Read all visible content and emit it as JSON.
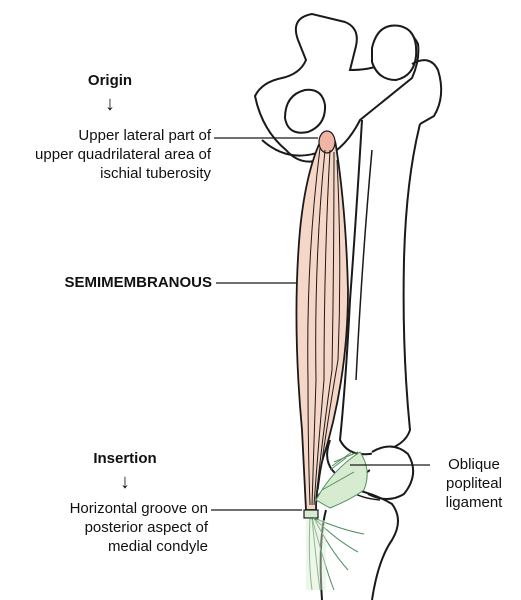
{
  "origin": {
    "heading": "Origin",
    "lines": [
      "Upper lateral part of",
      "upper quadrilateral area of",
      "ischial tuberosity"
    ]
  },
  "muscle": {
    "name": "SEMIMEMBRANOUS"
  },
  "insertion": {
    "heading": "Insertion",
    "lines": [
      "Horizontal groove on",
      "posterior aspect of",
      "medial condyle"
    ]
  },
  "ligament": {
    "lines": [
      "Oblique",
      "popliteal",
      "ligament"
    ]
  },
  "colors": {
    "outline": "#1a1a1a",
    "muscle_fill": "#f6d6c6",
    "muscle_highlight": "#f1b5a6",
    "ligament_fill": "#d6ebcf",
    "ligament_stroke": "#4f8f5d"
  },
  "arrow_glyph": "↓"
}
